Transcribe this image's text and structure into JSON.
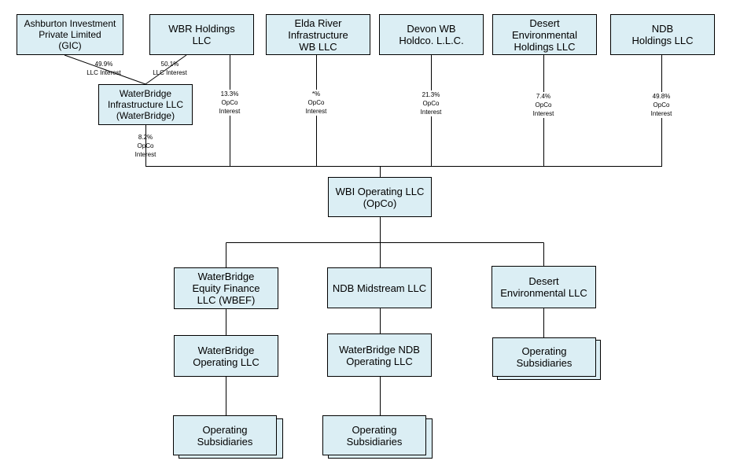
{
  "top_entities": {
    "gic": "Ashburton Investment\nPrivate Limited\n(GIC)",
    "wbr": "WBR Holdings\nLLC",
    "elda": "Elda River\nInfrastructure\nWB LLC",
    "devon": "Devon WB\nHoldco. L.L.C.",
    "desert_holdings": "Desert\nEnvironmental\nHoldings LLC",
    "ndb_holdings": "NDB\nHoldings LLC"
  },
  "waterbridge_infra": "WaterBridge\nInfrastructure LLC\n(WaterBridge)",
  "opco": "WBI Operating LLC\n(OpCo)",
  "interests": {
    "gic": "49.9%\nLLC Interest",
    "wbr_llc": "50.1%\nLLC Interest",
    "waterbridge": "8.2%\nOpCo\nInterest",
    "wbr": "13.3%\nOpCo\nInterest",
    "elda": "*%\nOpCo\nInterest",
    "devon": "21.3%\nOpCo\nInterest",
    "desert": "7.4%\nOpCo\nInterest",
    "ndb": "49.8%\nOpCo\nInterest"
  },
  "subsidiaries": {
    "wbef": "WaterBridge\nEquity Finance\nLLC (WBEF)",
    "ndb_midstream": "NDB Midstream LLC",
    "desert_env": "Desert\nEnvironmental LLC",
    "wb_operating": "WaterBridge\nOperating LLC",
    "wb_ndb_operating": "WaterBridge NDB\nOperating LLC",
    "op_subs_left": "Operating\nSubsidiaries",
    "op_subs_mid": "Operating\nSubsidiaries",
    "op_subs_right": "Operating\nSubsidiaries"
  }
}
